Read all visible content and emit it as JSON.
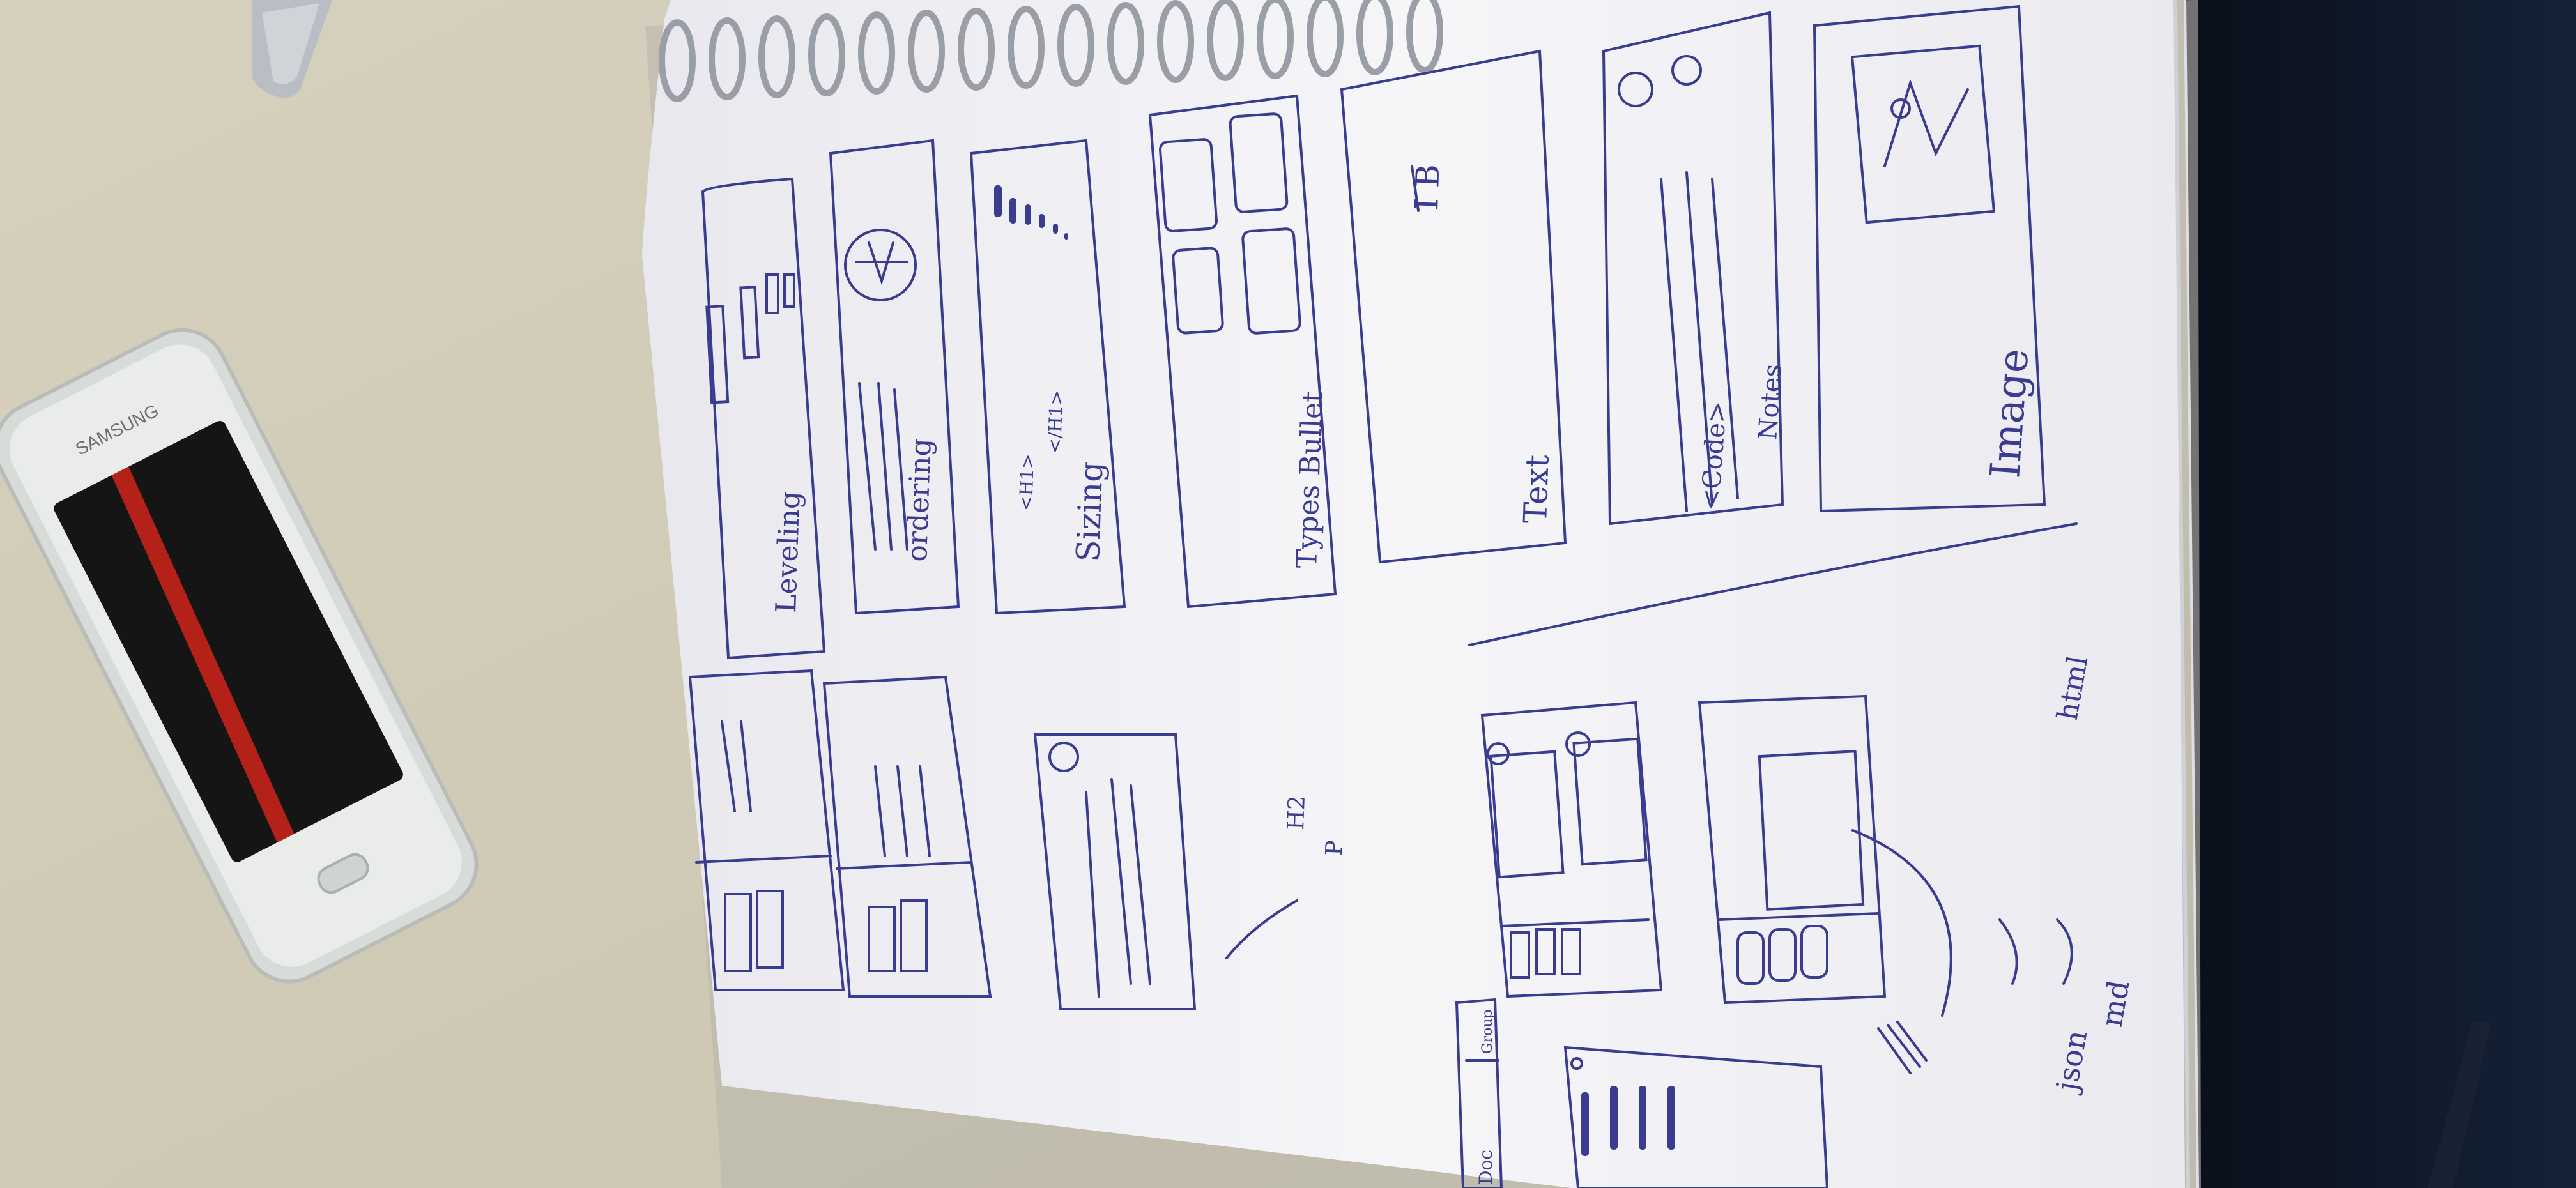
{
  "colors": {
    "table": "#d9d4c2",
    "paper": "#f4f4f7",
    "ink": "#3a3c8f",
    "fabric": "#0f1a2c",
    "phone_body": "#e6e9e6",
    "phone_screen": "#141414",
    "phone_glare": "#c4221a",
    "spiral": "#9a9ea6"
  },
  "objects": {
    "pen": {
      "icon": "pen-icon"
    },
    "phone": {
      "icon": "smartphone-icon",
      "brand_label": "SAMSUNG"
    }
  },
  "sketch": {
    "cards": [
      "Leveling",
      "ordering",
      "Sizing",
      "Types Bullet",
      "Text",
      "Image"
    ],
    "snippets": {
      "h1_tag": "<H1>",
      "h1_close": "</H1>",
      "h2": "H2",
      "p": "P",
      "code": "<Code>",
      "notes": "Notes",
      "formats": [
        "json",
        "md",
        "html"
      ],
      "tabs": [
        "Doc",
        "Group"
      ],
      "text_icon": "I B"
    }
  }
}
